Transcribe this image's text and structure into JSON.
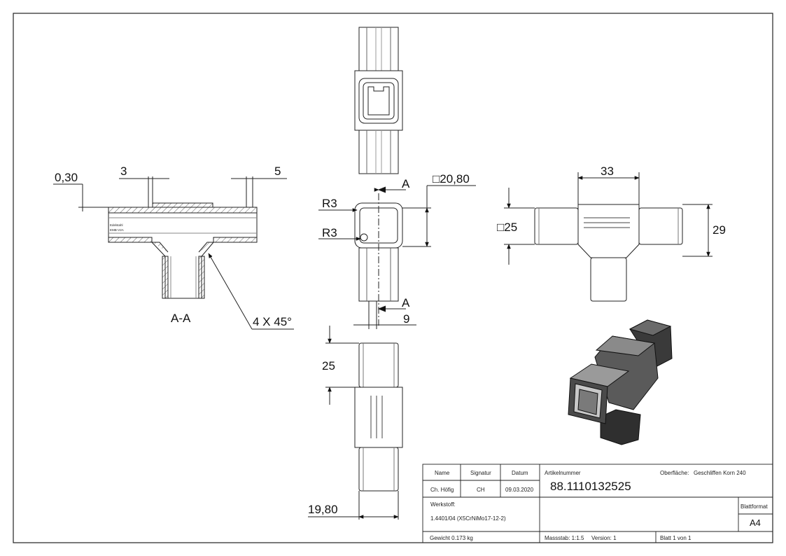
{
  "dimensions": {
    "wall": "0,30",
    "d3": "3",
    "d5": "5",
    "section_label": "A-A",
    "chamfer": "4 X 45°",
    "r_top": "R3",
    "r_bottom": "R3",
    "cut_a_top": "A",
    "cut_a_bottom": "A",
    "square_2080": "□20,80",
    "d9": "9",
    "d33": "33",
    "square_25": "□25",
    "d29": "29",
    "d25": "25",
    "d1980": "19,80"
  },
  "inscription": {
    "line1": "Edelstahl",
    "line2": "EMB-V2A"
  },
  "title_block": {
    "col_name": "Name",
    "col_sig": "Signatur",
    "col_date": "Datum",
    "name": "Ch. Höfig",
    "sig": "CH",
    "date": "09.03.2020",
    "artikel_label": "Artikelnummer",
    "artikel_value": "88.1110132525",
    "surface_label": "Oberfläche:",
    "surface_value": "Geschliffen Korn 240",
    "werkstoff_label": "Werkstoff:",
    "werkstoff_value": "1.4401/04 (X5CrNiMo17-12-2)",
    "blattformat_label": "Blattformat",
    "blattformat_value": "A4",
    "gewicht": "Gewicht 0.173 kg",
    "massstab": "Massstab: 1:1.5",
    "version": "Version: 1",
    "blatt": "Blatt 1 von 1"
  }
}
